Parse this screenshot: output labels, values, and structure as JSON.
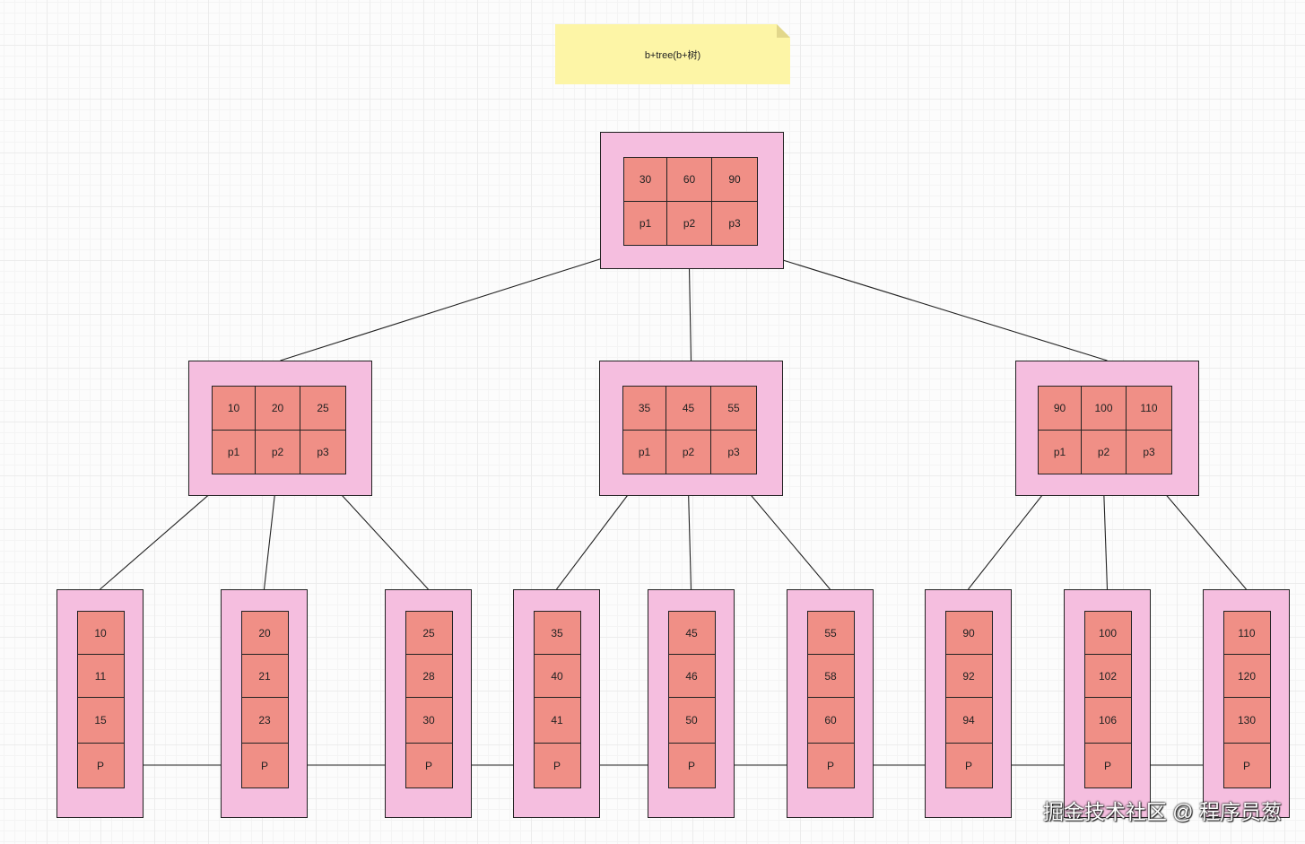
{
  "title_note": "b+tree(b+树)",
  "root": {
    "keys": [
      "30",
      "60",
      "90"
    ],
    "pointers": [
      "p1",
      "p2",
      "p3"
    ]
  },
  "internal_nodes": [
    {
      "keys": [
        "10",
        "20",
        "25"
      ],
      "pointers": [
        "p1",
        "p2",
        "p3"
      ]
    },
    {
      "keys": [
        "35",
        "45",
        "55"
      ],
      "pointers": [
        "p1",
        "p2",
        "p3"
      ]
    },
    {
      "keys": [
        "90",
        "100",
        "110"
      ],
      "pointers": [
        "p1",
        "p2",
        "p3"
      ]
    }
  ],
  "leaf_nodes": [
    {
      "keys": [
        "10",
        "11",
        "15"
      ],
      "pointer": "P"
    },
    {
      "keys": [
        "20",
        "21",
        "23"
      ],
      "pointer": "P"
    },
    {
      "keys": [
        "25",
        "28",
        "30"
      ],
      "pointer": "P"
    },
    {
      "keys": [
        "35",
        "40",
        "41"
      ],
      "pointer": "P"
    },
    {
      "keys": [
        "45",
        "46",
        "50"
      ],
      "pointer": "P"
    },
    {
      "keys": [
        "55",
        "58",
        "60"
      ],
      "pointer": "P"
    },
    {
      "keys": [
        "90",
        "92",
        "94"
      ],
      "pointer": "P"
    },
    {
      "keys": [
        "100",
        "102",
        "106"
      ],
      "pointer": "P"
    },
    {
      "keys": [
        "110",
        "120",
        "130"
      ],
      "pointer": "P"
    }
  ],
  "watermark": "掘金技术社区 @ 程序员葱",
  "colors": {
    "node_fill": "#f5bedf",
    "cell_fill": "#f08f86",
    "note_fill": "#fdf5a6",
    "line": "#222222"
  }
}
